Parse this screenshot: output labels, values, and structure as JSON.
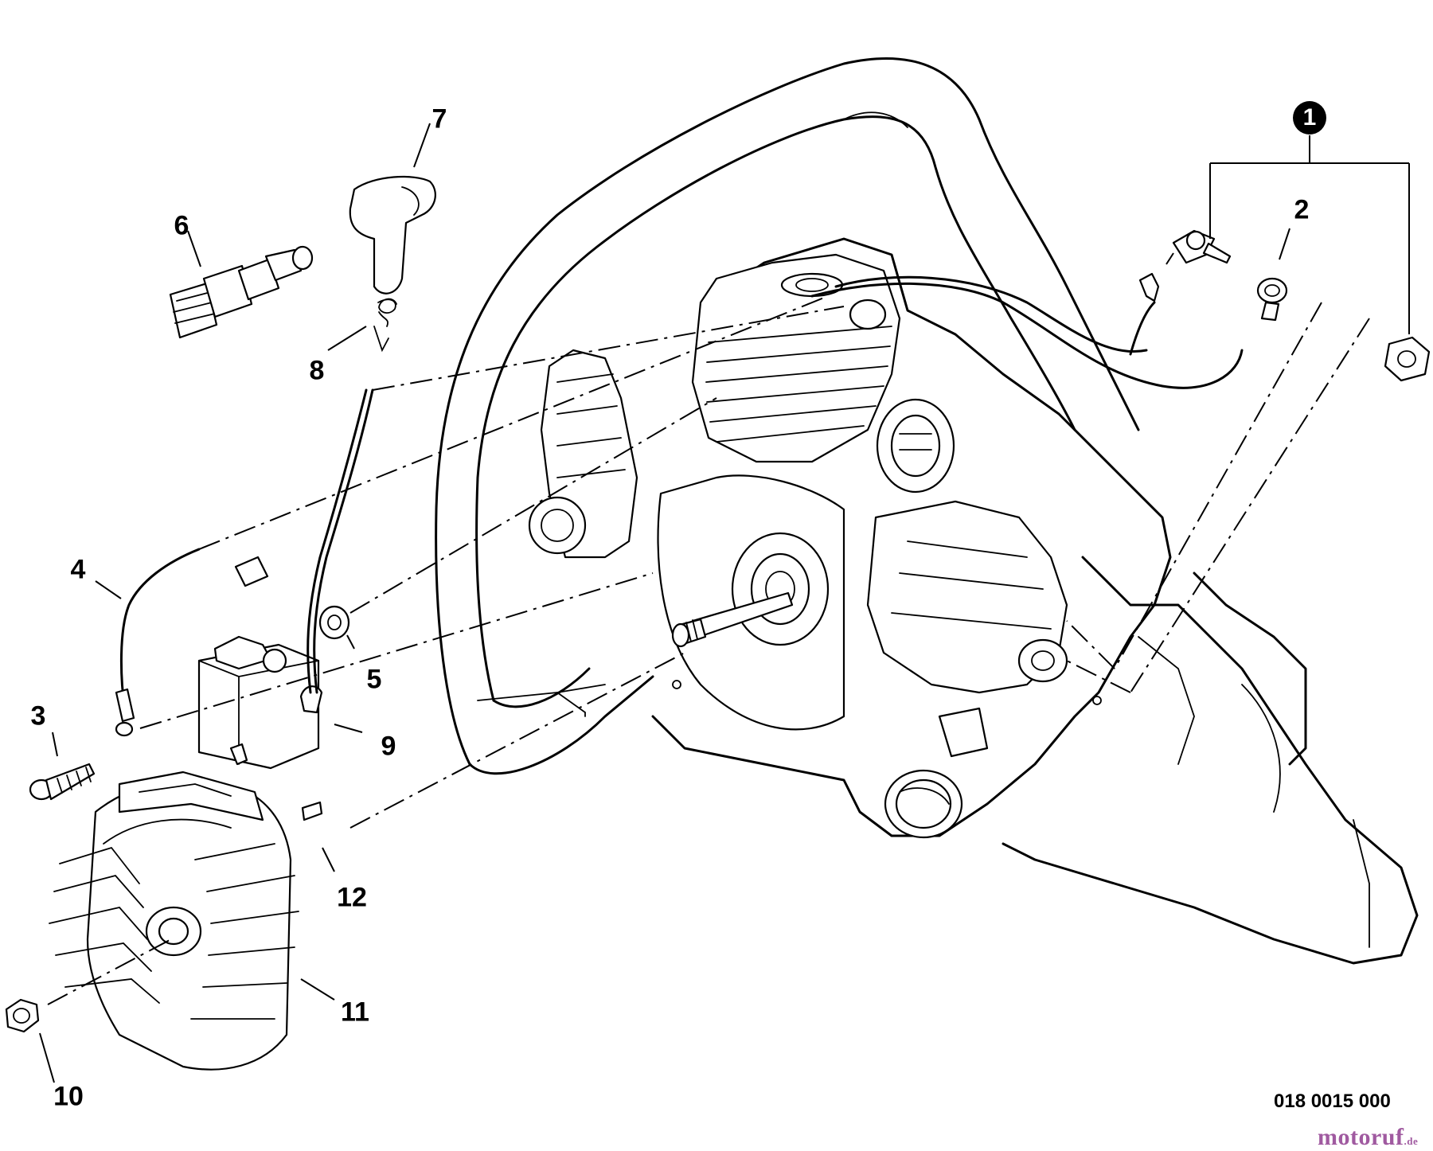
{
  "diagram": {
    "callouts": [
      {
        "id": "1",
        "label": "1",
        "style": "badge"
      },
      {
        "id": "2",
        "label": "2"
      },
      {
        "id": "3",
        "label": "3"
      },
      {
        "id": "4",
        "label": "4"
      },
      {
        "id": "5",
        "label": "5"
      },
      {
        "id": "6",
        "label": "6"
      },
      {
        "id": "7",
        "label": "7"
      },
      {
        "id": "8",
        "label": "8"
      },
      {
        "id": "9",
        "label": "9"
      },
      {
        "id": "10",
        "label": "10"
      },
      {
        "id": "11",
        "label": "11"
      },
      {
        "id": "12",
        "label": "12"
      }
    ],
    "drawing_number": "018 0015 000",
    "watermark": "motoruf",
    "watermark_suffix": ".de"
  },
  "colors": {
    "line": "#000000",
    "background": "#ffffff",
    "watermark": "#a05aa0"
  }
}
